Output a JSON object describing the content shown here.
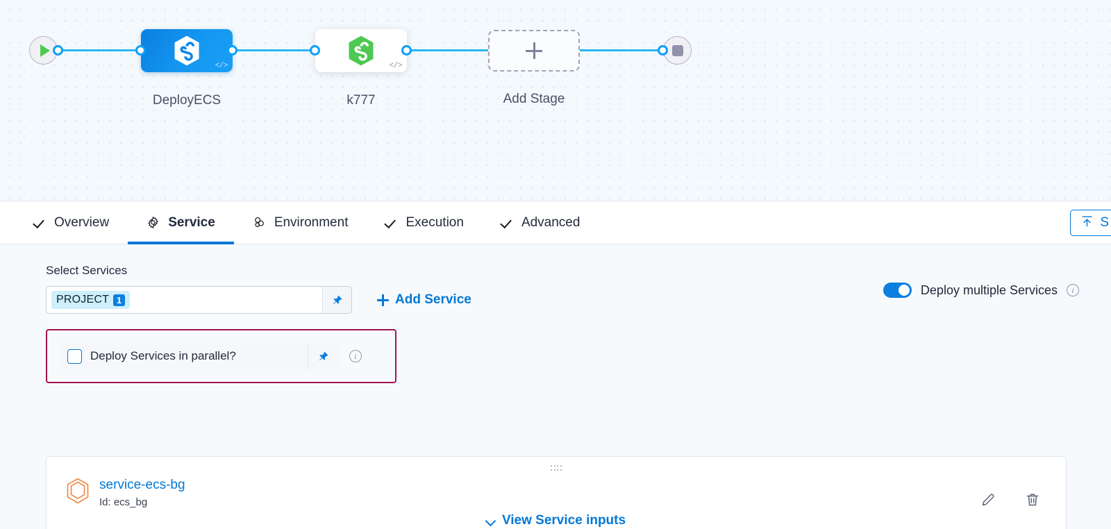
{
  "pipeline": {
    "start_node": {
      "icon": "play-icon"
    },
    "end_node": {
      "icon": "stop-icon"
    },
    "stages": [
      {
        "label": "DeployECS",
        "icon": "harness-hexagon-icon",
        "badge": "</>",
        "type": "blue"
      },
      {
        "label": "k777",
        "icon": "harness-hexagon-green-icon",
        "badge": "</>",
        "type": "white"
      }
    ],
    "add_stage": {
      "label": "Add Stage",
      "icon": "plus-icon"
    }
  },
  "tabs": [
    {
      "label": "Overview",
      "icon": "check-icon",
      "active": false
    },
    {
      "label": "Service",
      "icon": "gear-icon",
      "active": true
    },
    {
      "label": "Environment",
      "icon": "infrastructure-icon",
      "active": false
    },
    {
      "label": "Execution",
      "icon": "check-icon",
      "active": false
    },
    {
      "label": "Advanced",
      "icon": "check-icon",
      "active": false
    }
  ],
  "toolbar": {
    "save_template_label": "S",
    "save_template_icon": "save-as-template-icon"
  },
  "service_section": {
    "select_services_label": "Select Services",
    "chip": {
      "text": "PROJECT",
      "count": "1"
    },
    "pin_icon": "pin-icon",
    "add_service_label": "Add Service",
    "add_service_icon": "plus-icon",
    "deploy_multiple": {
      "label": "Deploy multiple Services",
      "enabled": true,
      "info_icon": "info-icon"
    },
    "parallel": {
      "label": "Deploy Services in parallel?",
      "checked": false,
      "pin_icon": "pin-icon",
      "info_icon": "info-icon",
      "highlight_color": "#a01550"
    }
  },
  "service_card": {
    "drag_handle_icon": "drag-handle-icon",
    "service_icon": "service-hexagon-icon",
    "name": "service-ecs-bg",
    "id_text": "Id: ecs_bg",
    "view_inputs_label": "View Service inputs",
    "view_inputs_icon": "chevron-down-icon",
    "edit_icon": "pencil-icon",
    "delete_icon": "trash-icon"
  },
  "colors": {
    "accent_blue": "#0278d5",
    "edge_blue": "#29b8f0",
    "stage_blue": "#1497f0",
    "stage_green": "#4dc952",
    "highlight_magenta": "#a01550",
    "chip_bg": "#cdf0fb",
    "service_orange": "#f07c2a"
  }
}
